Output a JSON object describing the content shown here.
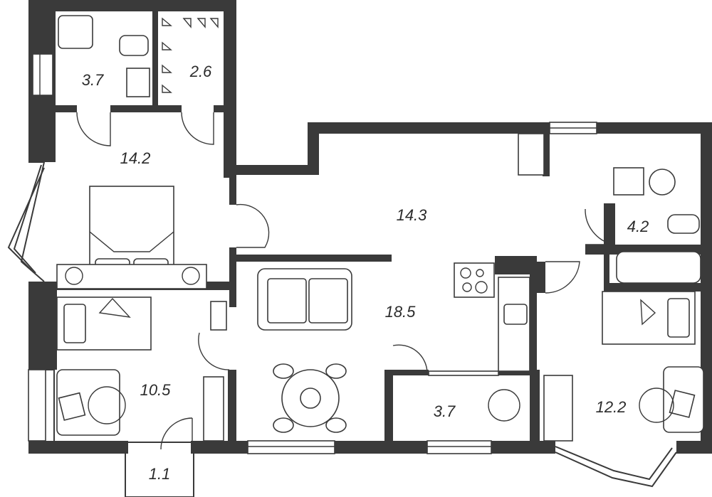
{
  "rooms": [
    {
      "id": "bathroom-1",
      "area": "3.7"
    },
    {
      "id": "closet",
      "area": "2.6"
    },
    {
      "id": "bedroom-1",
      "area": "14.2"
    },
    {
      "id": "hall",
      "area": "14.3"
    },
    {
      "id": "bathroom-2",
      "area": "4.2"
    },
    {
      "id": "living-room",
      "area": "18.5"
    },
    {
      "id": "bedroom-2",
      "area": "10.5"
    },
    {
      "id": "loggia",
      "area": "3.7"
    },
    {
      "id": "bedroom-3",
      "area": "12.2"
    },
    {
      "id": "balcony",
      "area": "1.1"
    }
  ]
}
